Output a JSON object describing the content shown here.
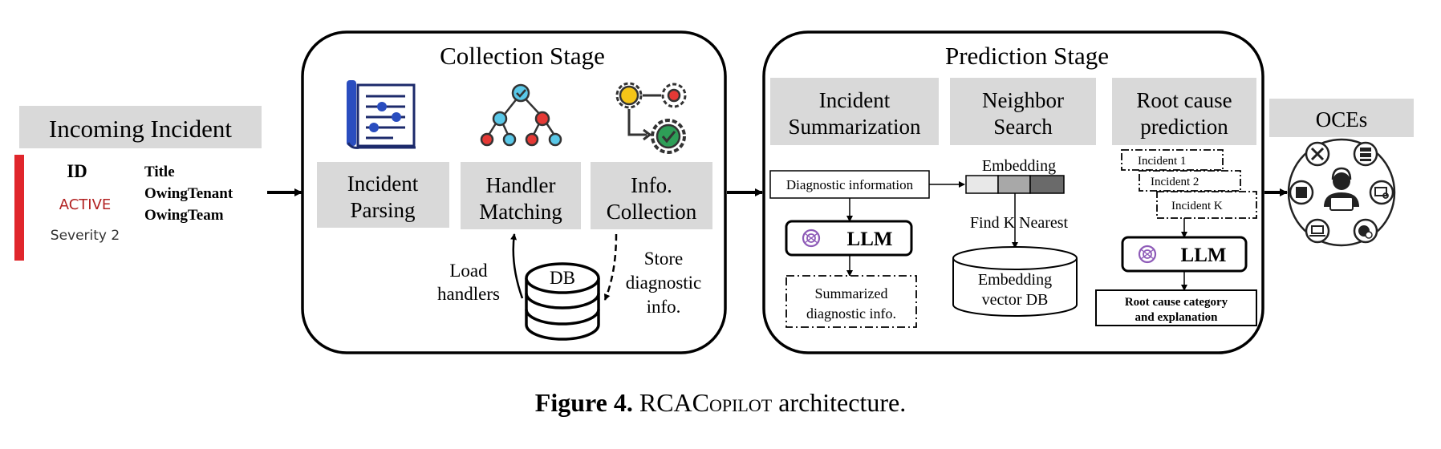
{
  "incoming": {
    "title": "Incoming Incident",
    "id_label": "ID",
    "status": "ACTIVE",
    "severity": "Severity 2",
    "fields": [
      "Title",
      "OwingTenant",
      "OwingTeam"
    ]
  },
  "collection": {
    "title": "Collection Stage",
    "parsing": [
      "Incident",
      "Parsing"
    ],
    "matching": [
      "Handler",
      "Matching"
    ],
    "info": [
      "Info.",
      "Collection"
    ],
    "load": [
      "Load",
      "handlers"
    ],
    "store": [
      "Store",
      "diagnostic",
      "info."
    ],
    "db": "DB"
  },
  "prediction": {
    "title": "Prediction Stage",
    "summarization": [
      "Incident",
      "Summarization"
    ],
    "neighbor": [
      "Neighbor",
      "Search"
    ],
    "rootcause": [
      "Root cause",
      "prediction"
    ],
    "diag_info": "Diagnostic information",
    "llm": "LLM",
    "summarized": [
      "Summarized",
      "diagnostic  info."
    ],
    "embedding": "Embedding",
    "find_k": "Find K Nearest",
    "vector_db": [
      "Embedding",
      "vector DB"
    ],
    "incidents": [
      "Incident 1",
      "Incident 2",
      "Incident K"
    ],
    "result": [
      "Root  cause category",
      "and explanation"
    ]
  },
  "oces": {
    "title": "OCEs"
  },
  "caption": {
    "label": "Figure 4.",
    "text_a": "RCAC",
    "text_sc": "opilot",
    "text_b": " architecture."
  },
  "colors": {
    "label_bg": "#d9d9d9",
    "active_red": "#b22222",
    "bar_red": "#e0262c",
    "icon_blue": "#2a4dbf",
    "icon_navy": "#1c2a6b",
    "icon_red": "#e53935",
    "icon_cyan": "#5ac8e8",
    "icon_yellow": "#f5c518",
    "icon_green": "#2e9e57",
    "llm_purple": "#8e5bb8"
  }
}
